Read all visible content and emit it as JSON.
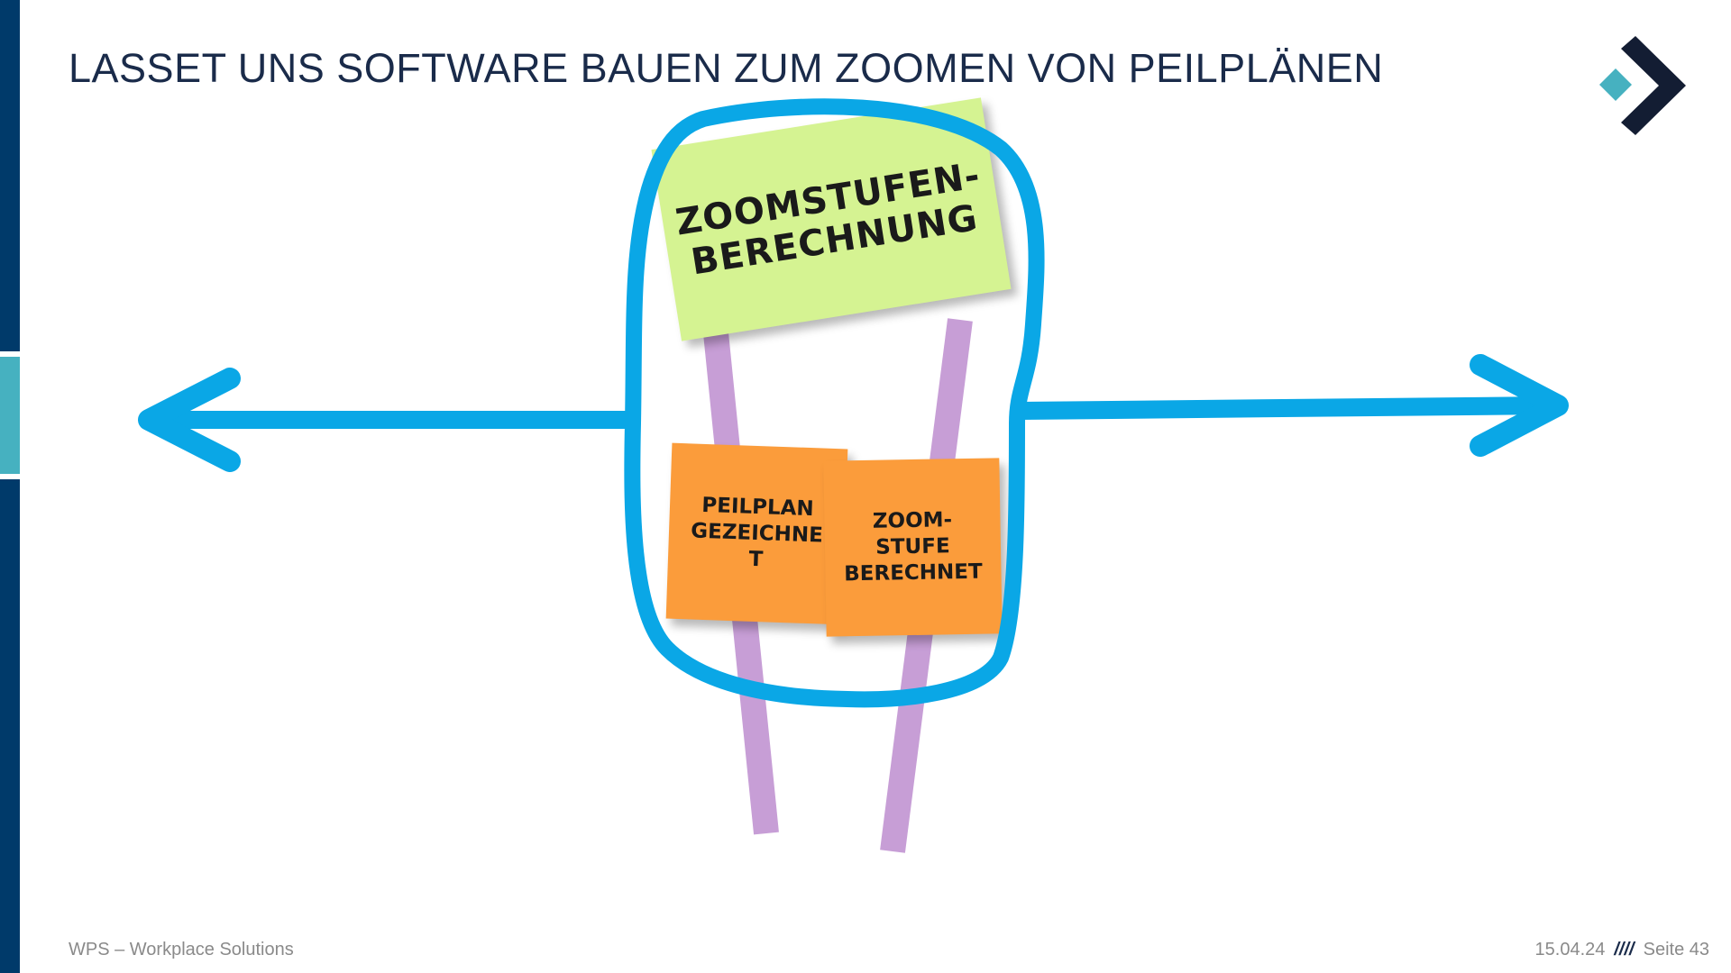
{
  "slide": {
    "title": "LASSET UNS SOFTWARE BAUEN ZUM ZOOMEN VON PEILPLÄNEN",
    "footer_company": "WPS – Workplace Solutions",
    "footer_date": "15.04.24",
    "footer_separator": "////",
    "footer_page": "Seite 43"
  },
  "diagram": {
    "sticky_main": "ZOOMSTUFEN-\nBERECHNUNG",
    "sticky_event_1": "PEILPLAN\nGEZEICHNE\nT",
    "sticky_event_2": "ZOOM-\nSTUFE\nBERECHNET"
  },
  "colors": {
    "accent_dark": "#003a6a",
    "accent_teal": "#46b1c0",
    "arrow_blue": "#0aa7e6",
    "purple_line": "#c79ed6",
    "sticky_green": "#d5f392",
    "sticky_orange": "#fb9c3b"
  }
}
